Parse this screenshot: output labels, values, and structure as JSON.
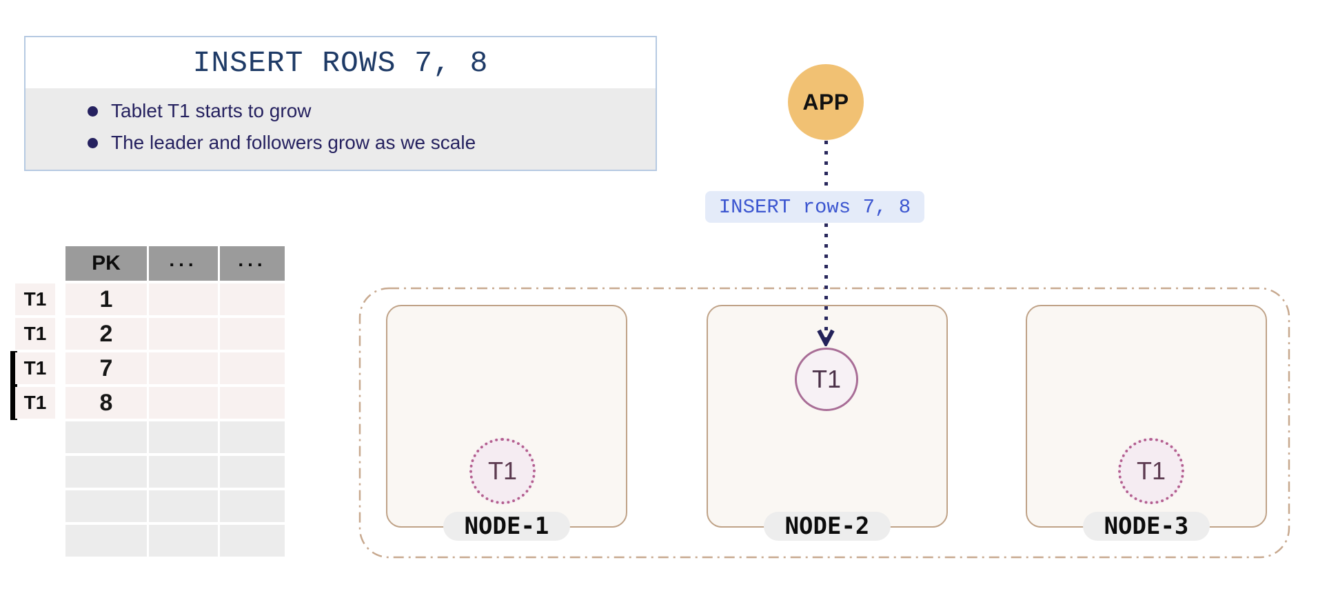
{
  "info_box": {
    "title": "INSERT ROWS 7, 8",
    "bullets": [
      "Tablet T1 starts to grow",
      "The leader and followers grow as we scale"
    ]
  },
  "app": {
    "label": "APP"
  },
  "flow": {
    "message_label": "INSERT rows 7, 8"
  },
  "cluster": {
    "nodes": [
      {
        "name": "NODE-1",
        "tablet": {
          "label": "T1",
          "style": "dotted"
        }
      },
      {
        "name": "NODE-2",
        "tablet": {
          "label": "T1",
          "style": "solid"
        }
      },
      {
        "name": "NODE-3",
        "tablet": {
          "label": "T1",
          "style": "dotted"
        }
      }
    ]
  },
  "table": {
    "headers": [
      "PK",
      "...",
      "..."
    ],
    "rows": [
      {
        "tag": "T1",
        "pk": "1",
        "marked": false
      },
      {
        "tag": "T1",
        "pk": "2",
        "marked": false
      },
      {
        "tag": "T1",
        "pk": "7",
        "marked": true
      },
      {
        "tag": "T1",
        "pk": "8",
        "marked": true
      }
    ],
    "empty_row_count": 4
  },
  "colors": {
    "app_circle": "#f1c173",
    "info_border": "#b5c9e2",
    "info_body_bg": "#ebebeb",
    "title_text": "#1e3a66",
    "bullet_text": "#25215f",
    "flow_label_bg": "#e4ebf9",
    "flow_label_text": "#3c56d0",
    "flow_line": "#29285c",
    "cluster_border": "#c7a88e",
    "node_border": "#bfa287",
    "node_bg": "#faf7f3",
    "node_pill_bg": "#ededed",
    "tablet_border": "#a86d96",
    "tablet_dotted_border": "#b45f90",
    "tablet_bg": "#f5ecf2",
    "table_header_bg": "#9b9b9b",
    "table_row_bg": "#f8f1f0",
    "table_empty_bg": "#ececec"
  }
}
